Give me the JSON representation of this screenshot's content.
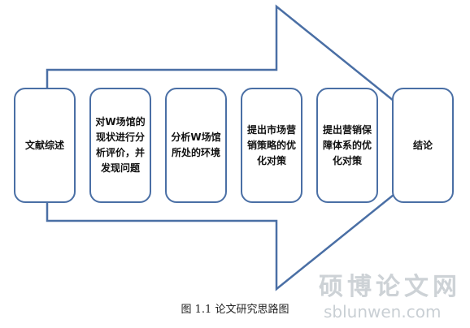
{
  "diagram": {
    "stages": [
      {
        "label": "文献综述"
      },
      {
        "label": "对W场馆的现状进行分析评价，并发现问题"
      },
      {
        "label": "分析W场馆所处的环境"
      },
      {
        "label": "提出市场营销策略的优化对策"
      },
      {
        "label": "提出营销保障体系的优化对策"
      },
      {
        "label": "结论"
      }
    ],
    "caption": "图 1.1  论文研究思路图",
    "colors": {
      "stroke": "#4a6fa5",
      "fill": "#ffffff"
    }
  },
  "watermark": {
    "text": "硕博论文网",
    "url": "sblunwen.com"
  }
}
